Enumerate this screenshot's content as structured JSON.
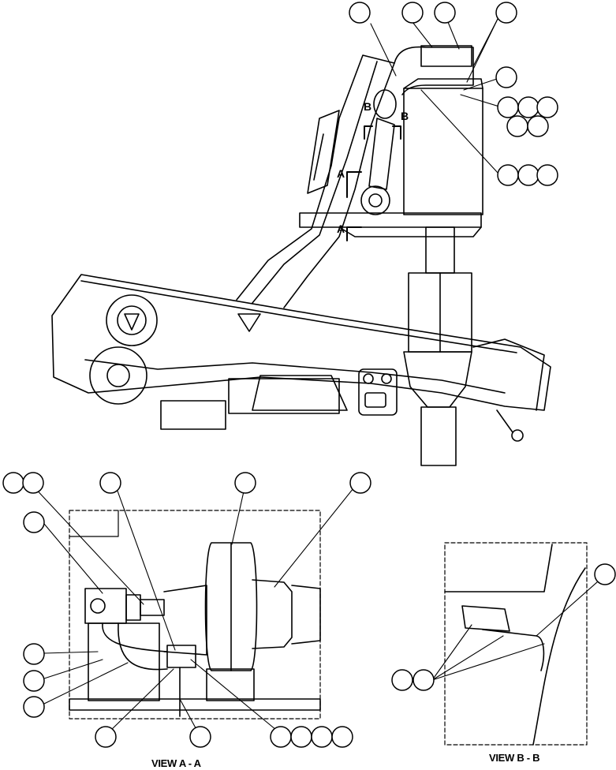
{
  "section_labels": {
    "a": "A",
    "b": "B"
  },
  "views": {
    "view_a": "VIEW A - A",
    "view_b": "VIEW B - B"
  },
  "colors": {
    "line": "#000000",
    "background": "#ffffff"
  }
}
